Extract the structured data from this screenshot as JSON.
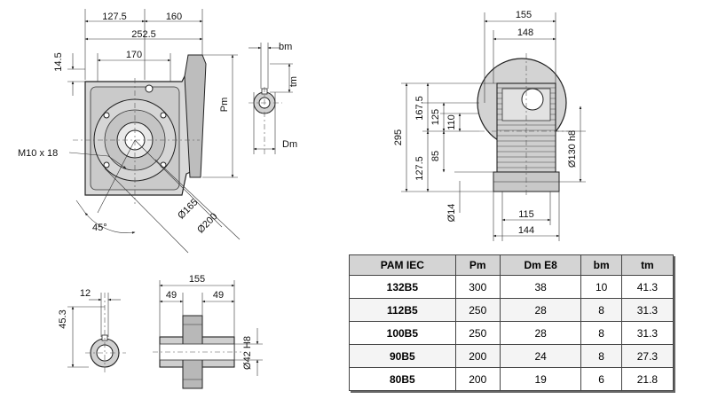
{
  "dims": {
    "d127_5": "127.5",
    "d160": "160",
    "d252_5": "252.5",
    "d170": "170",
    "d14_5": "14.5",
    "m10": "M10 x 18",
    "d45": "45°",
    "d165": "Ø165",
    "d200": "Ø200",
    "bm": "bm",
    "tm": "tm",
    "pm": "Pm",
    "dm": "Dm",
    "d155_top": "155",
    "d148": "148",
    "d295": "295",
    "d167_5": "167.5",
    "d125": "125",
    "d110": "110",
    "d127_5b": "127.5",
    "d85": "85",
    "d14": "Ø14",
    "d115": "115",
    "d144": "144",
    "d130": "Ø130 h8",
    "d12": "12",
    "d45_3": "45.3",
    "d155_bot": "155",
    "d49a": "49",
    "d49b": "49",
    "d42": "Ø42 H8"
  },
  "table": {
    "headers": [
      "PAM IEC",
      "Pm",
      "Dm E8",
      "bm",
      "tm"
    ],
    "rows": [
      [
        "132B5",
        "300",
        "38",
        "10",
        "41.3"
      ],
      [
        "112B5",
        "250",
        "28",
        "8",
        "31.3"
      ],
      [
        "100B5",
        "250",
        "28",
        "8",
        "31.3"
      ],
      [
        "90B5",
        "200",
        "24",
        "8",
        "27.3"
      ],
      [
        "80B5",
        "200",
        "19",
        "6",
        "21.8"
      ]
    ]
  }
}
